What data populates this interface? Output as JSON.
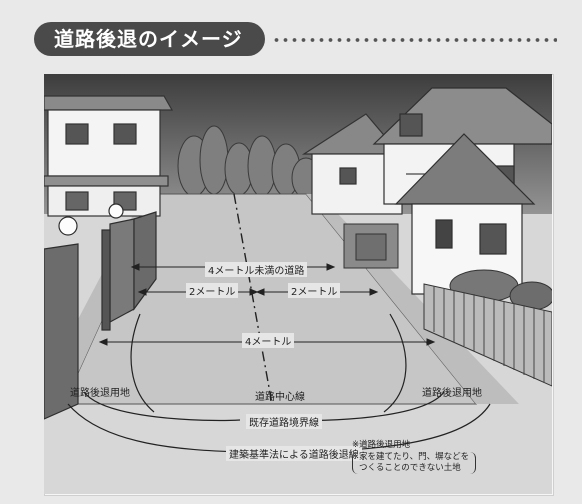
{
  "title": "道路後退のイメージ",
  "labels": {
    "under_4m": "4メートル未満の道路",
    "two_m_left": "2メートル",
    "two_m_right": "2メートル",
    "four_m": "4メートル",
    "setback_land_left": "道路後退用地",
    "road_center": "道路中心線",
    "setback_land_right": "道路後退用地",
    "existing_boundary": "既存道路境界線",
    "setback_line": "建築基準法による道路後退線"
  },
  "note": {
    "head": "※道路後退用地",
    "line1": "家を建てたり、門、塀などを",
    "line2": "つくることのできない土地"
  }
}
